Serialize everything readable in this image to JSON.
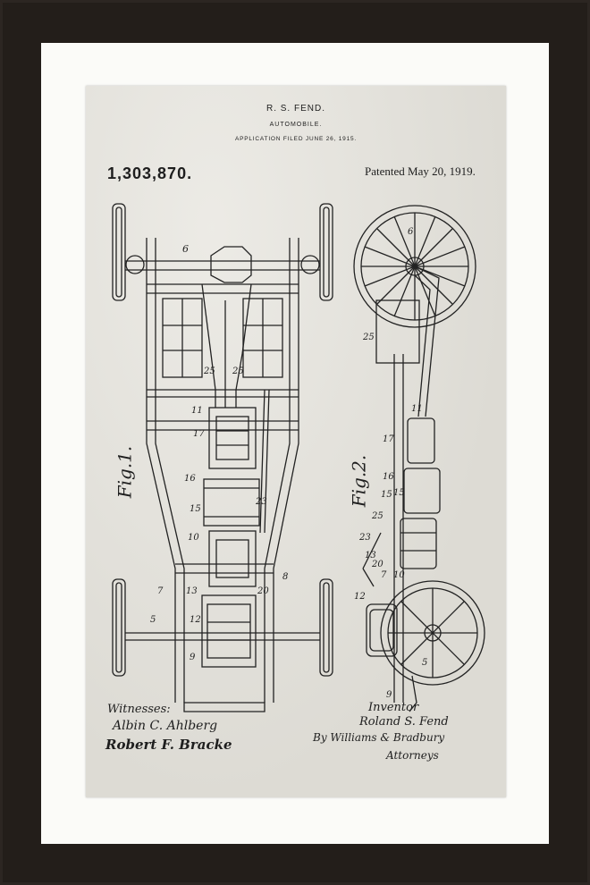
{
  "document": {
    "inventor": "R. S. FEND.",
    "title": "AUTOMOBILE.",
    "filed": "APPLICATION FILED JUNE 26, 1915.",
    "patent_number": "1,303,870.",
    "patented": "Patented May 20, 1919."
  },
  "figures": {
    "fig1": "Fig.1.",
    "fig2": "Fig.2."
  },
  "reference_numerals": {
    "n6": "6",
    "n25a": "25",
    "n25b": "25",
    "n11": "11",
    "n17": "17",
    "n16": "16",
    "n15": "15",
    "n10": "10",
    "n7": "7",
    "n5": "5",
    "n13": "13",
    "n12": "12",
    "n9": "9",
    "n8": "8",
    "n20": "20",
    "n23": "23",
    "f2_6": "6",
    "f2_25": "25",
    "f2_11": "11",
    "f2_17": "17",
    "f2_16": "16",
    "f2_15": "15",
    "f2_15b": "15",
    "f2_12": "12",
    "f2_13": "13",
    "f2_10": "10",
    "f2_9": "9",
    "f2_7": "7",
    "f2_5": "5",
    "f2_20": "20",
    "f2_23": "23",
    "f2_25b": "25"
  },
  "signatures": {
    "witnesses_label": "Witnesses:",
    "witness1": "Albin C. Ahlberg",
    "witness2": "Robert F. Bracke",
    "inventor_label": "Inventor",
    "inventor_name": "Roland S. Fend",
    "by_attorneys": "By Williams & Bradbury",
    "attorneys_label": "Attorneys"
  }
}
